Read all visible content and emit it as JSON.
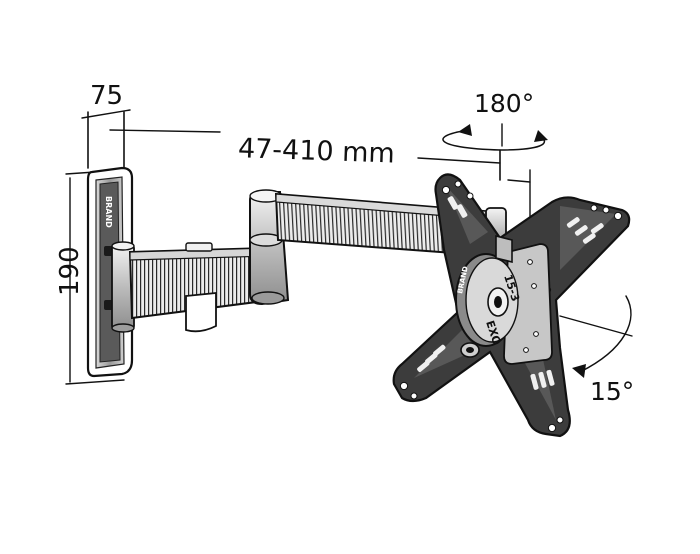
{
  "diagram": {
    "dimensions": {
      "wall_plate_depth": "75",
      "arm_reach": "47-410 mm",
      "wall_plate_height": "190",
      "swivel_angle": "180°",
      "tilt_angle": "15°"
    },
    "labels": {
      "brand_wall_plate": "BRAND",
      "brand_head": "BRAND",
      "head_model": "15-3",
      "head_series": "EXO"
    },
    "colors": {
      "ink": "#111111",
      "metal_light": "#e6e6e6",
      "metal_mid": "#bdbdbd",
      "metal_dark": "#7a7a7a",
      "plate_dark": "#3a3a3a"
    }
  }
}
